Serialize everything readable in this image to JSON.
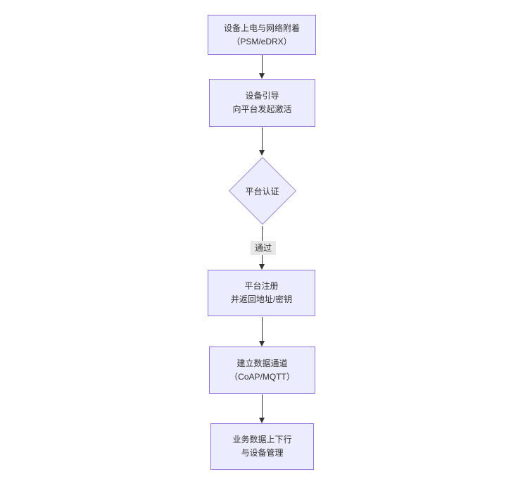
{
  "diagram": {
    "type": "flowchart-vertical",
    "colors": {
      "background": "#ffffff",
      "node_fill": "#ECECFF",
      "node_border": "#9370DB",
      "arrow": "#333333",
      "edge_label_bg": "#e8e8e8",
      "text": "#333333"
    },
    "nodes": [
      {
        "id": "A",
        "type": "rect",
        "lines": [
          "设备上电与网络附着",
          "（PSM/eDRX）"
        ]
      },
      {
        "id": "B",
        "type": "rect",
        "lines": [
          "设备引导",
          "向平台发起激活"
        ]
      },
      {
        "id": "C",
        "type": "diamond",
        "lines": [
          "平台认证"
        ]
      },
      {
        "id": "D",
        "type": "rect",
        "lines": [
          "平台注册",
          "并返回地址/密钥"
        ]
      },
      {
        "id": "E",
        "type": "rect",
        "lines": [
          "建立数据通道",
          "（CoAP/MQTT）"
        ]
      },
      {
        "id": "F",
        "type": "rect",
        "lines": [
          "业务数据上下行",
          "与设备管理"
        ]
      }
    ],
    "edges": [
      {
        "from": "A",
        "to": "B",
        "label": ""
      },
      {
        "from": "B",
        "to": "C",
        "label": ""
      },
      {
        "from": "C",
        "to": "D",
        "label": "通过"
      },
      {
        "from": "D",
        "to": "E",
        "label": ""
      },
      {
        "from": "E",
        "to": "F",
        "label": ""
      }
    ]
  }
}
